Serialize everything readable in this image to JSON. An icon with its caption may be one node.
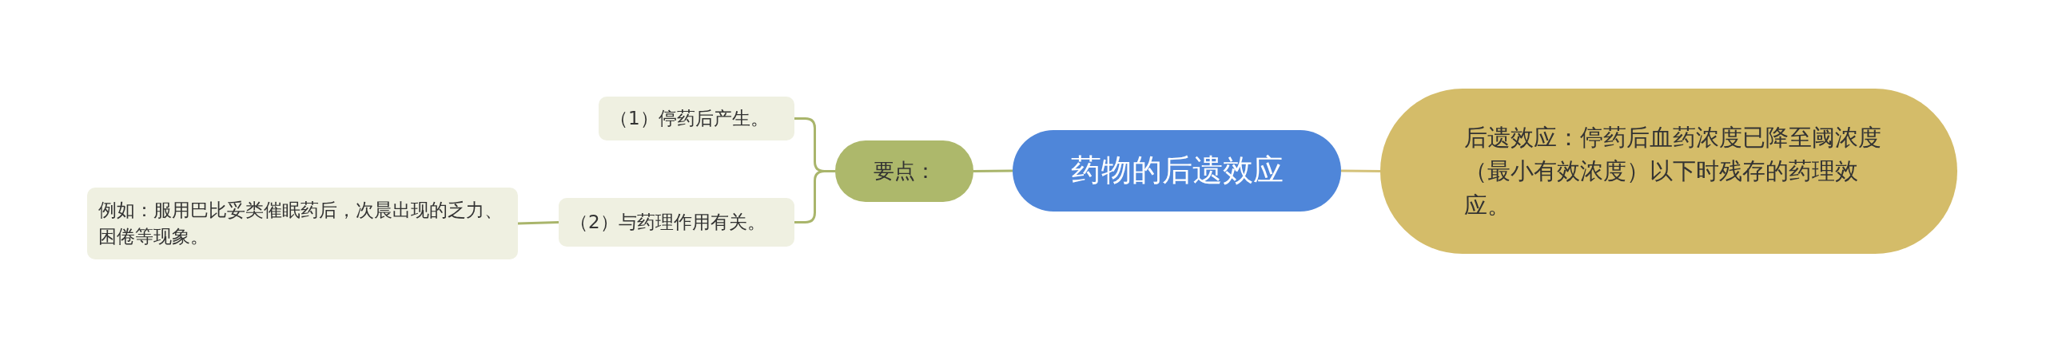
{
  "diagram": {
    "nodes": [
      {
        "text": [
          "药物的后遗效应"
        ]
      },
      {
        "text": [
          "要点："
        ]
      },
      {
        "text": [
          "（1）停药后产生。"
        ]
      },
      {
        "text": [
          "（2）与药理作用有关。"
        ]
      },
      {
        "text": [
          "例如：服用巴比妥类催眠药后，次晨出现的乏力、困倦等现象。"
        ]
      },
      {
        "text": [
          "后遗效应：停药后血药浓度已降至阈浓度（最小有效浓度）以下时残存的药理效应。"
        ]
      }
    ],
    "edges": [
      {
        "from": 0,
        "to": 1,
        "arrow": "none"
      },
      {
        "from": 1,
        "to": 2,
        "arrow": "none"
      },
      {
        "from": 1,
        "to": 3,
        "arrow": "none"
      },
      {
        "from": 3,
        "to": 4,
        "arrow": "none"
      },
      {
        "from": 0,
        "to": 5,
        "arrow": "none",
        "color": "#d4c27a"
      }
    ]
  }
}
